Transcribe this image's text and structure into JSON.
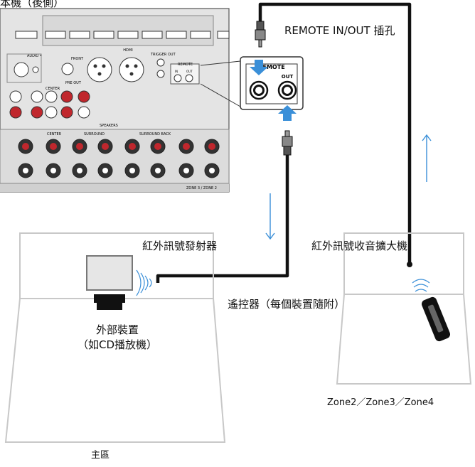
{
  "header_text": "本機（後側）",
  "panel": {
    "remote_title": "REMOTE",
    "remote_in": "IN",
    "remote_out": "OUT",
    "hdmi_label": "HDMI",
    "trigger_out": "TRIGGER OUT",
    "front": "FRONT",
    "pre_out": "PRE OUT",
    "speakers": "SPEAKERS",
    "center": "CENTER",
    "surround": "SURROUND",
    "surround_back": "SURROUND BACK",
    "zone_label": "ZONE 3 / ZONE 2",
    "audio_label": "AUDIO 4"
  },
  "callout": {
    "title": "REMOTE",
    "out": "OUT"
  },
  "labels": {
    "remote_jack": "REMOTE IN/OUT 插孔",
    "ir_transmitter": "紅外訊號發射器",
    "ir_receiver_amp": "紅外訊號收音擴大機",
    "remote_control": "遙控器（每個裝置隨附）",
    "external_device": "外部裝置",
    "external_device_example": "（如CD播放機）",
    "zones": "Zone2／Zone3／Zone4",
    "main_zone": "主區"
  }
}
